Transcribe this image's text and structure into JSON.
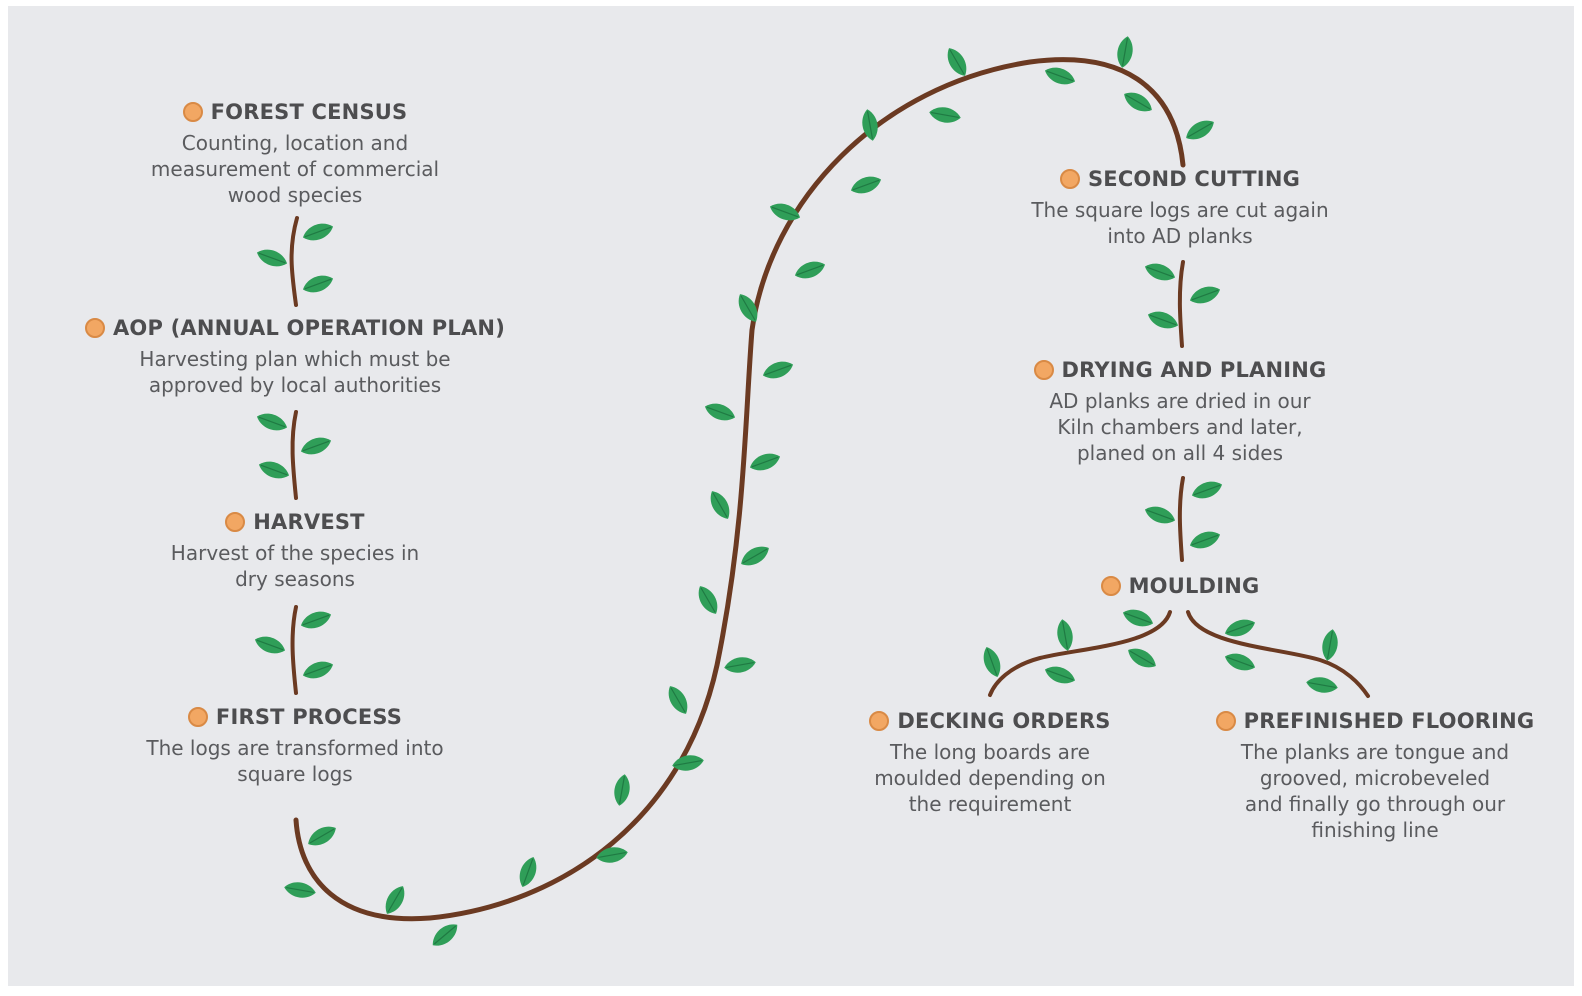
{
  "colors": {
    "stem": "#6b3a22",
    "leaf": "#2f9e58",
    "leaf_dark": "#1f7a43",
    "dot": "#f2a763",
    "background": "#e8e9ec"
  },
  "steps": {
    "forest_census": {
      "title": "FOREST CENSUS",
      "lines": [
        "Counting, location and",
        "measurement of commercial",
        "wood species"
      ]
    },
    "aop": {
      "title": "AOP (ANNUAL OPERATION PLAN)",
      "lines": [
        "Harvesting plan which must be",
        "approved by local authorities"
      ]
    },
    "harvest": {
      "title": "HARVEST",
      "lines": [
        "Harvest of the species in",
        "dry seasons"
      ]
    },
    "first_process": {
      "title": "FIRST PROCESS",
      "lines": [
        "The logs are transformed into",
        "square logs"
      ]
    },
    "second_cutting": {
      "title": "SECOND CUTTING",
      "lines": [
        "The square logs are cut again",
        "into AD planks"
      ]
    },
    "drying_planing": {
      "title": "DRYING AND PLANING",
      "lines": [
        "AD planks are dried in our",
        "Kiln chambers and later,",
        "planed on all 4 sides"
      ]
    },
    "moulding": {
      "title": "MOULDING"
    },
    "decking_orders": {
      "title": "DECKING ORDERS",
      "lines": [
        "The long boards are",
        "moulded depending on",
        "the requirement"
      ]
    },
    "prefinished_flooring": {
      "title": "PREFINISHED FLOORING",
      "lines": [
        "The planks are tongue and",
        "grooved, microbeveled",
        "and finally go through our",
        "finishing line"
      ]
    }
  }
}
